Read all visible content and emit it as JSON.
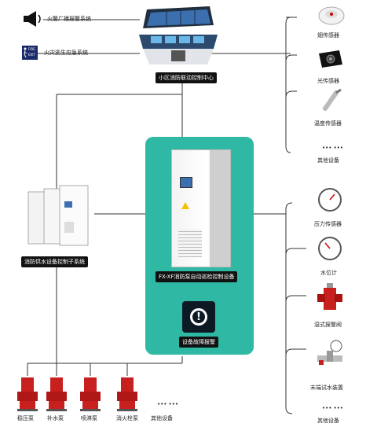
{
  "top": {
    "alarm_broadcast": "火警广播报警系统",
    "emergency_lighting": "火灾逃生应急系统",
    "exit_sign": [
      "FIRE",
      "EXIT"
    ],
    "control_center": "小区消防联动控制中心"
  },
  "right_top": {
    "items": [
      {
        "label": "烟传感器"
      },
      {
        "label": "光传感器"
      },
      {
        "label": "温度传感器"
      },
      {
        "label": "其他设备",
        "dots": "••• •••"
      }
    ]
  },
  "center": {
    "controller": "FX-XF消防泵自动巡检控制设备",
    "fault_alarm": "设备故障报警"
  },
  "left": {
    "water_supply": "消防供水设备控制子系统"
  },
  "right_bottom": {
    "items": [
      {
        "label": "压力传感器"
      },
      {
        "label": "水位计"
      },
      {
        "label": "湿式报警阀"
      },
      {
        "label": "末端试水装置"
      },
      {
        "label": "其他设备",
        "dots": "••• •••"
      }
    ]
  },
  "pumps": {
    "items": [
      {
        "label": "稳压泵"
      },
      {
        "label": "补水泵"
      },
      {
        "label": "喷淋泵"
      },
      {
        "label": "消火栓泵"
      }
    ],
    "other": {
      "label": "其他设备",
      "dots": "••• •••"
    }
  },
  "colors": {
    "teal": "#2fb9a5",
    "dark": "#111111",
    "pump_red": "#cc1f1f"
  }
}
